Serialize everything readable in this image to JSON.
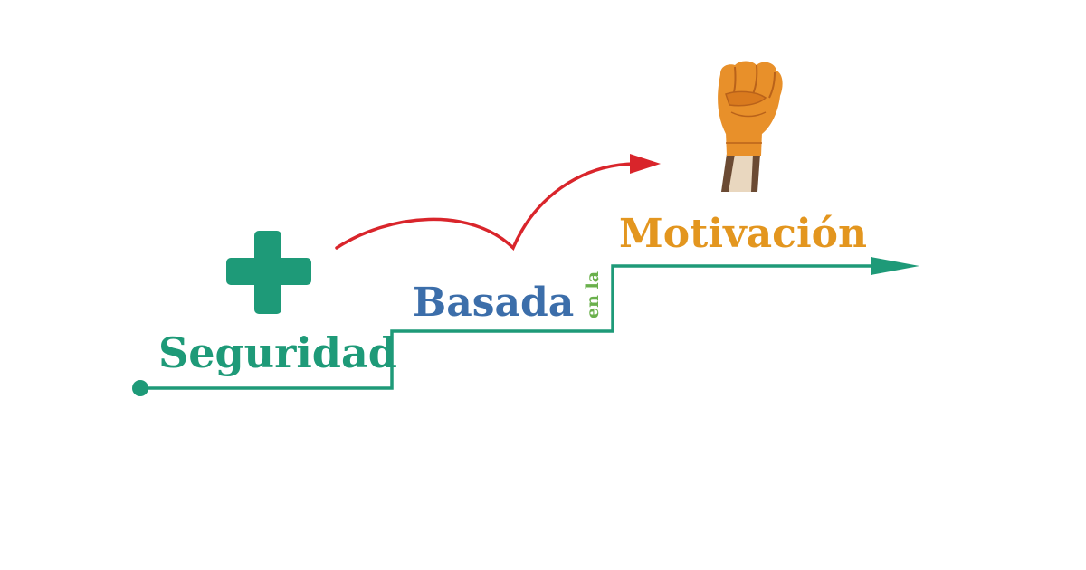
{
  "diagram": {
    "words": {
      "seguridad": "Seguridad",
      "basada": "Basada",
      "en_la": "en la",
      "motivacion": "Motivación"
    },
    "icons": {
      "cross": "plus-cross-icon",
      "fist": "raised-fist-icon",
      "arrow": "curved-arrow-icon"
    },
    "colors": {
      "green": "#1e9a78",
      "blue": "#3c6eaa",
      "light_green": "#6ab04c",
      "orange": "#e3961f",
      "red": "#d9252b",
      "skin": "#e9d7bf",
      "glove": "#e8902a",
      "glove_shadow": "#b9621a"
    }
  }
}
